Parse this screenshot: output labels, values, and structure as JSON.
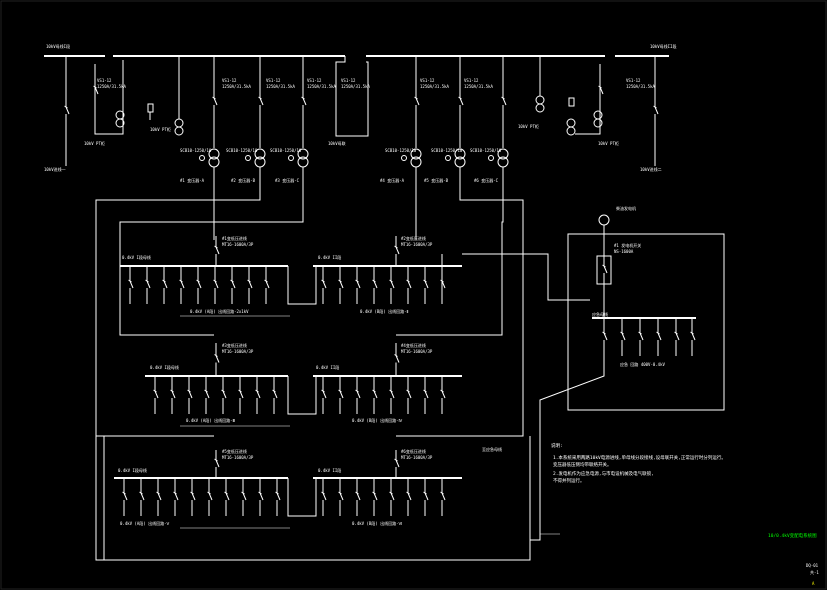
{
  "colors": {
    "background": "#000000",
    "line": "#ffffff",
    "label_yellow": "#ffff00",
    "label_green": "#00ff00"
  },
  "top": {
    "bus_left_name": "10kV母线I段",
    "bus_right_name": "10kV母线II段",
    "incoming_left": "10kV进线一",
    "incoming_right": "10kV进线二",
    "pt_left": "10kV PT柜",
    "pt_right": "10kV PT柜",
    "sw_labels": [
      "VS1-12",
      "VS1-12",
      "VS1-12",
      "VS1-12",
      "VS1-12",
      "VS1-12",
      "VS1-12",
      "VS1-12"
    ],
    "sw_sub": "1250A/31.5kA",
    "bus_tie": "10kV母联",
    "tx_labels": [
      "SCB10-1250/10",
      "SCB10-1250/10",
      "SCB10-1250/10",
      "SCB10-1250/10",
      "SCB10-1250/10",
      "SCB10-1250/10"
    ],
    "tx_names": [
      "#1 变压器-A",
      "#2 变压器-B",
      "#3 变压器-C",
      "#4 变压器-A",
      "#5 变压器-B",
      "#6 变压器-C"
    ]
  },
  "generator": {
    "name": "柴油发电机",
    "breaker": "#1 发电机开关",
    "breaker_sub": "NS-1600A",
    "bus": "应急母线",
    "feeder": "应急 回路 400V-0.4kV"
  },
  "lv_rows": [
    {
      "left_bus": "0.4kV I段母线",
      "right_bus": "0.4kV II段",
      "left_breaker": "#1变低压进线",
      "right_breaker": "#2变低压进线",
      "left_caption": "0.4kV  (A段)  出线回路-2x1kV",
      "right_caption": "0.4kV  (B段)  出线回路-Ⅱ"
    },
    {
      "left_bus": "0.4kV I段母线",
      "right_bus": "0.4kV II段",
      "left_breaker": "#3变低压进线",
      "right_breaker": "#4变低压进线",
      "left_caption": "0.4kV  (A段)  出线回路-Ⅲ",
      "right_caption": "0.4kV  (B段)  出线回路-Ⅳ"
    },
    {
      "left_bus": "0.4kV I段母线",
      "right_bus": "0.4kV II段",
      "left_breaker": "#5变低压进线",
      "right_breaker": "#6变低压进线",
      "left_caption": "0.4kV  (A段)  出线回路-Ⅴ",
      "right_caption": "0.4kV  (B段)  出线回路-Ⅵ"
    }
  ],
  "lv_breaker_sub": "MT16-1600A/3P",
  "right_tag": "至应急母线",
  "notes": {
    "heading": "说明:",
    "lines": [
      "1.本系统采用两路10kV电源进线,单母线分段接线,设母联开关,正常运行时分列运行。",
      "  变压器低压侧均带联络开关。",
      "2.发电机作为应急电源,与市电设机械及电气联锁,",
      "  不得并列运行。"
    ]
  },
  "title_block": {
    "drawing_name": "10/0.4kV变配电系统图",
    "drawing_no": "DQ-01",
    "sheet": "共-1",
    "revision": "A"
  }
}
